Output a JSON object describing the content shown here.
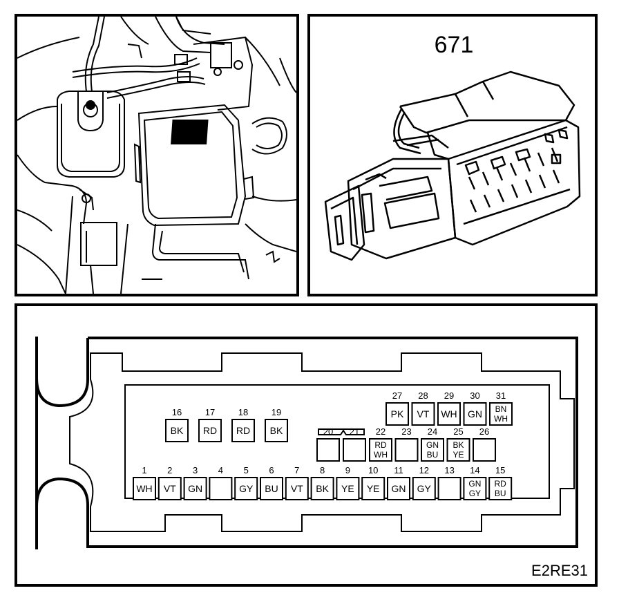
{
  "connector": {
    "number": "671",
    "reference": "E2RE31"
  },
  "pins": [
    {
      "num": "1",
      "lines": [
        "WH"
      ]
    },
    {
      "num": "2",
      "lines": [
        "VT"
      ]
    },
    {
      "num": "3",
      "lines": [
        "GN"
      ]
    },
    {
      "num": "4",
      "lines": []
    },
    {
      "num": "5",
      "lines": [
        "GY"
      ]
    },
    {
      "num": "6",
      "lines": [
        "BU"
      ]
    },
    {
      "num": "7",
      "lines": [
        "VT"
      ]
    },
    {
      "num": "8",
      "lines": [
        "BK"
      ]
    },
    {
      "num": "9",
      "lines": [
        "YE"
      ]
    },
    {
      "num": "10",
      "lines": [
        "YE"
      ]
    },
    {
      "num": "11",
      "lines": [
        "GN"
      ]
    },
    {
      "num": "12",
      "lines": [
        "GY"
      ]
    },
    {
      "num": "13",
      "lines": []
    },
    {
      "num": "14",
      "lines": [
        "GN",
        "GY"
      ]
    },
    {
      "num": "15",
      "lines": [
        "RD",
        "BU"
      ]
    },
    {
      "num": "16",
      "lines": [
        "BK"
      ]
    },
    {
      "num": "17",
      "lines": [
        "RD"
      ]
    },
    {
      "num": "18",
      "lines": [
        "RD"
      ]
    },
    {
      "num": "19",
      "lines": [
        "BK"
      ]
    },
    {
      "num": "20",
      "lines": []
    },
    {
      "num": "21",
      "lines": []
    },
    {
      "num": "22",
      "lines": [
        "RD",
        "WH"
      ]
    },
    {
      "num": "23",
      "lines": []
    },
    {
      "num": "24",
      "lines": [
        "GN",
        "BU"
      ]
    },
    {
      "num": "25",
      "lines": [
        "BK",
        "YE"
      ]
    },
    {
      "num": "26",
      "lines": []
    },
    {
      "num": "27",
      "lines": [
        "PK"
      ]
    },
    {
      "num": "28",
      "lines": [
        "VT"
      ]
    },
    {
      "num": "29",
      "lines": [
        "WH"
      ]
    },
    {
      "num": "30",
      "lines": [
        "GN"
      ]
    },
    {
      "num": "31",
      "lines": [
        "BN",
        "WH"
      ]
    }
  ]
}
